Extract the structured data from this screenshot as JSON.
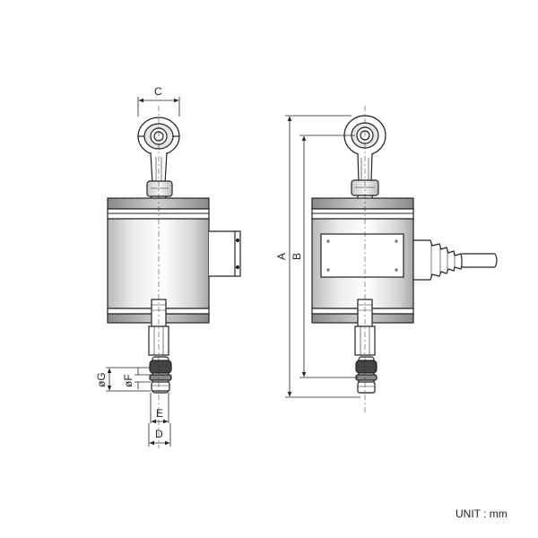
{
  "dimensions": {
    "A": "A",
    "B": "B",
    "C": "C",
    "D": "D",
    "E": "E",
    "F": "øF",
    "G": "øG"
  },
  "unit_label": "UNIT : mm"
}
